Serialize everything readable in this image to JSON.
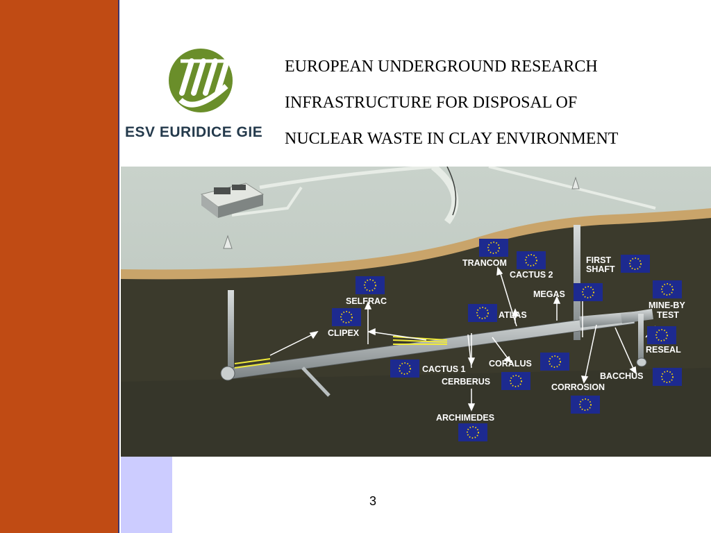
{
  "colors": {
    "sidebar": "#c04b14",
    "accent_lavender": "#ccccff",
    "logo_green": "#6a8e2a",
    "clay": "#3b3a2c",
    "sand": "#c9a46a",
    "flag_blue": "#1d2a8f",
    "flag_star": "#f4d20a"
  },
  "logo": {
    "text": "ESV EURIDICE GIE"
  },
  "title": {
    "line1": "EUROPEAN UNDERGROUND RESEARCH",
    "line2": "INFRASTRUCTURE FOR DISPOSAL OF",
    "line3": "NUCLEAR WASTE IN CLAY ENVIRONMENT"
  },
  "diagram": {
    "labels": {
      "trancom": "TRANCOM",
      "cactus2": "CACTUS 2",
      "first_shaft_1": "FIRST",
      "first_shaft_2": "SHAFT",
      "megas": "MEGAS",
      "mine_by_1": "MINE-BY",
      "mine_by_2": "TEST",
      "selfrac": "SELFRAC",
      "atlas": "ATLAS",
      "clipex": "CLIPEX",
      "reseal": "RESEAL",
      "coralus": "CORALUS",
      "cactus1": "CACTUS 1",
      "cerberus": "CERBERUS",
      "bacchus": "BACCHUS",
      "corrosion": "CORROSION",
      "archimedes": "ARCHIMEDES"
    }
  },
  "page": {
    "number": "3"
  }
}
